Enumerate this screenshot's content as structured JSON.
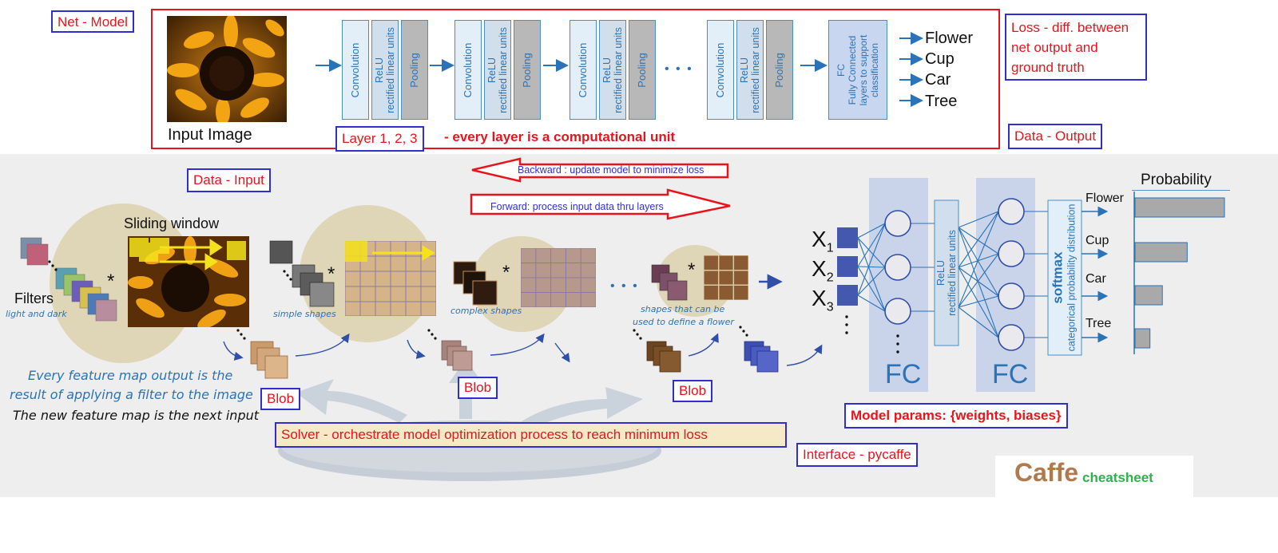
{
  "top": {
    "net_model": "Net - Model",
    "input_image": "Input Image",
    "layer_tag": "Layer 1, 2, 3",
    "layer_desc": "- every layer is a computational unit",
    "layers": {
      "convolution": "Convolution",
      "relu": "ReLU",
      "relu_sub": "rectified linear units",
      "pooling": "Pooling",
      "fc": "FC",
      "fc_sub1": "Fully Connected",
      "fc_sub2": "layers to support",
      "fc_sub3": "classification"
    },
    "ellipsis": "• • •",
    "outputs": [
      "Flower",
      "Cup",
      "Car",
      "Tree"
    ],
    "loss_box": "Loss - diff. between net output and ground truth",
    "data_output": "Data - Output"
  },
  "bottom": {
    "data_input": "Data - Input",
    "backward": "Backward : update model to minimize loss",
    "forward": "Forward: process input data thru layers",
    "sliding_window": "Sliding window",
    "filters": "Filters",
    "filters_sub": "light and dark",
    "simple_shapes": "simple shapes",
    "complex_shapes": "complex shapes",
    "flower_shapes_1": "shapes that can be",
    "flower_shapes_2": "used to define a flower",
    "star": "*",
    "blob": "Blob",
    "feature_line1": "Every feature map output is the",
    "feature_line2": "result of applying a filter to the image",
    "feature_line3": "The new feature map is the next input",
    "solver": "Solver - orchestrate model optimization process to reach minimum loss",
    "interface": "Interface - pycaffe",
    "x_vars": [
      "X",
      "X",
      "X"
    ],
    "x_subs": [
      "1",
      "2",
      "3"
    ],
    "fc": "FC",
    "relu": "ReLU",
    "relu_sub": "rectified linear units",
    "softmax": "softmax",
    "softmax_sub": "categorical probability distribution",
    "probability": "Probability",
    "prob_labels": [
      "Flower",
      "Cup",
      "Car",
      "Tree"
    ],
    "prob_values": [
      0.72,
      0.42,
      0.22,
      0.12
    ],
    "model_params": "Model params: {weights, biases}",
    "caffe": "Caffe",
    "cheatsheet": "cheatsheet"
  },
  "colors": {
    "red": "#e8141b",
    "box_blue": "#2f2fcf",
    "diagram_blue": "#2a73b8",
    "fc_panel": "#c9d3ea",
    "beige": "#ddd2b0",
    "caffe_brown": "#b07a4f",
    "cheat_green": "#2db34a"
  }
}
